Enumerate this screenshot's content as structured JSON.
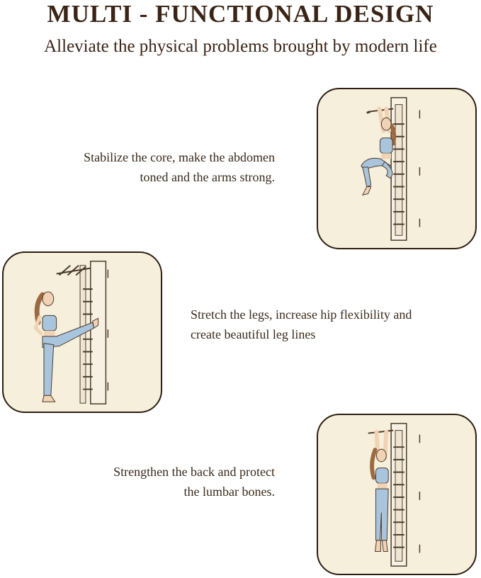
{
  "header": {
    "title": "MULTI - FUNCTIONAL DESIGN",
    "subtitle": "Alleviate the physical problems brought by modern life"
  },
  "features": [
    {
      "lines": [
        "Stabilize the core, make the abdomen",
        "toned and the arms strong."
      ],
      "icon": "hanging-knee-raise-illustration"
    },
    {
      "lines": [
        "Stretch the legs, increase hip flexibility and",
        "create beautiful leg lines"
      ],
      "icon": "leg-stretch-illustration"
    },
    {
      "lines": [
        "Strengthen the back and protect",
        "the lumbar bones."
      ],
      "icon": "dead-hang-illustration"
    }
  ],
  "colors": {
    "card_bg": "#f6efdc",
    "card_border": "#2e1e12",
    "outfit": "#a9c4dd",
    "skin": "#f1d2b5",
    "hair": "#9a6a42",
    "wood": "#f7f1e4"
  }
}
